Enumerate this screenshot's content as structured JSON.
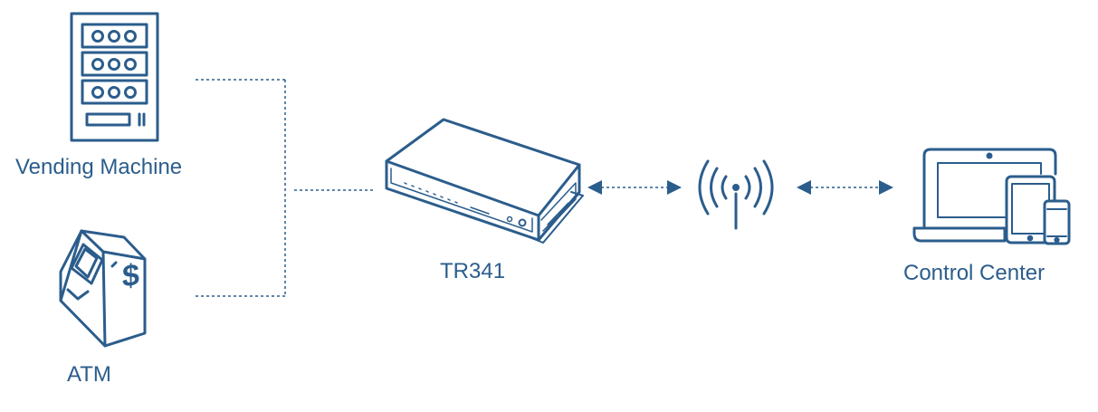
{
  "nodes": {
    "vending_machine": {
      "label": "Vending Machine",
      "icon": "vending-machine-icon"
    },
    "atm": {
      "label": "ATM",
      "icon": "atm-icon"
    },
    "router": {
      "label": "TR341",
      "icon": "router-icon"
    },
    "wireless": {
      "icon": "wireless-antenna-icon"
    },
    "control_center": {
      "label": "Control Center",
      "icon": "devices-icon"
    }
  },
  "colors": {
    "primary": "#2b5d8c",
    "text": "#2b5d8c",
    "background": "#ffffff"
  }
}
